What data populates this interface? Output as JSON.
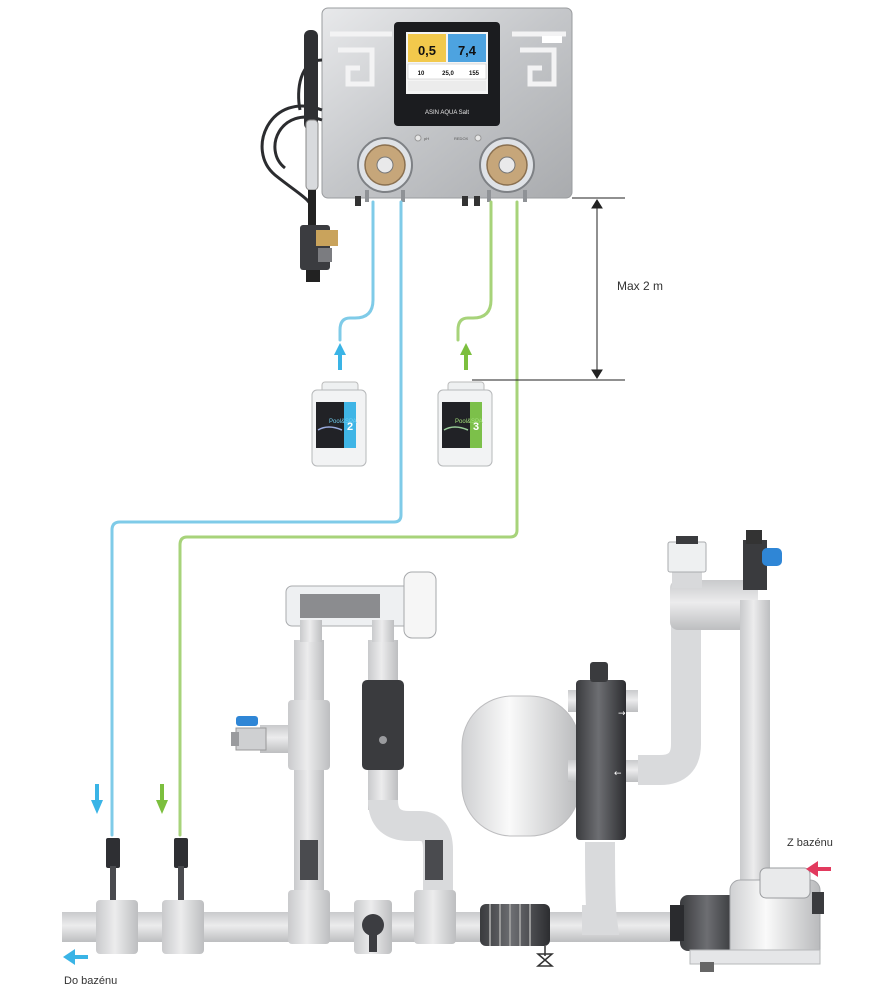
{
  "controller": {
    "brand": "ASIN AQUA Salt",
    "display": {
      "value_left": "0,5",
      "value_right": "7,4",
      "sub_values": [
        "10",
        "25,0",
        "155"
      ]
    },
    "pump_left_label": "pH",
    "pump_right_label": "REDOX"
  },
  "labels": {
    "max_height": "Max 2 m",
    "to_pool": "Do bazénu",
    "from_pool": "Z bazénu"
  },
  "canisters": [
    {
      "number": "2",
      "brand": "Pool&SPA"
    },
    {
      "number": "3",
      "brand": "Pool&SPA"
    }
  ],
  "colors": {
    "line_blue": "#7fcbe8",
    "line_green": "#a7d37a",
    "arrow_blue": "#3ab4e6",
    "arrow_green": "#7cbf3e",
    "arrow_red": "#e23a5e",
    "pipe": "#dcdcde",
    "disp_yellow": "#f2c94c",
    "disp_blue": "#4da3e0",
    "valve_blue": "#2f86d6"
  }
}
